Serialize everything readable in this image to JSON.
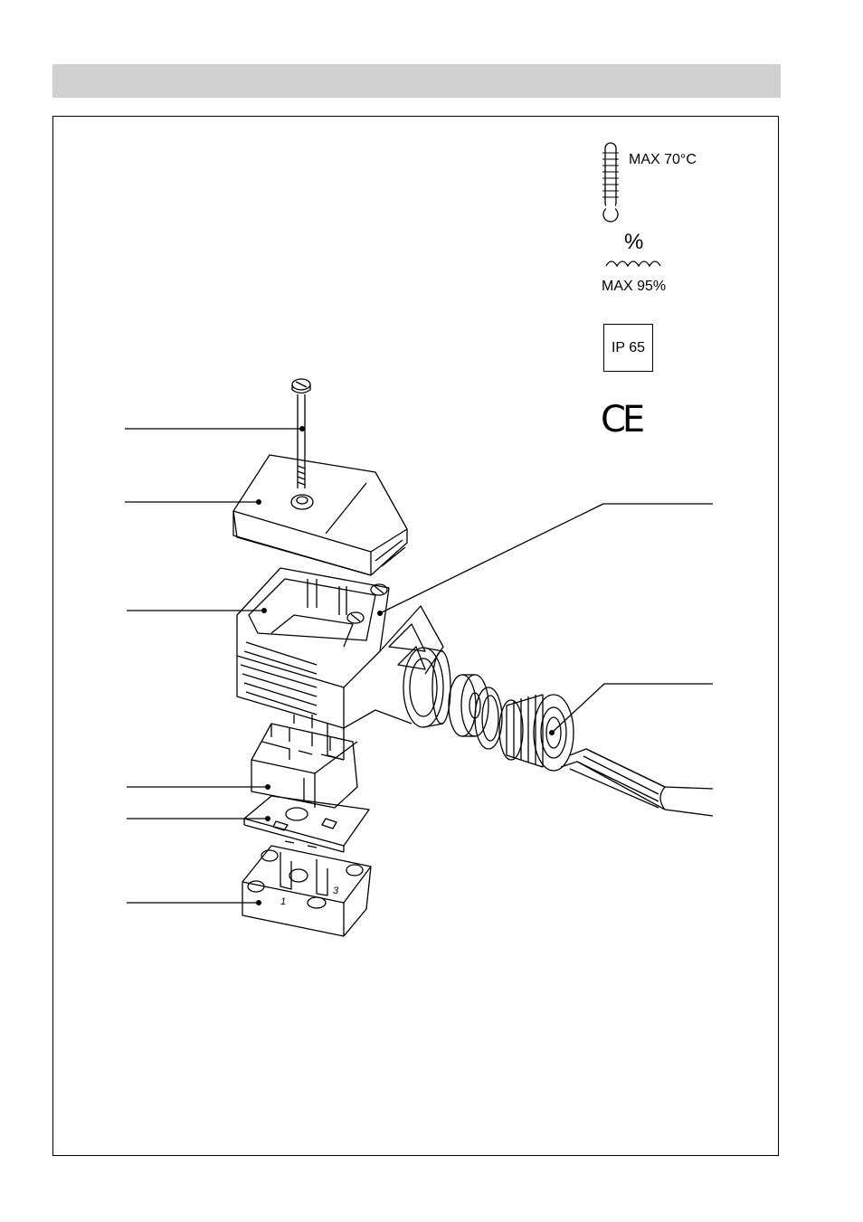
{
  "specs": {
    "temperature_label": "MAX 70°C",
    "humidity_symbol": "%",
    "humidity_label": "MAX 95%",
    "ip_rating": "IP 65",
    "ce_mark": "CE"
  },
  "icons": {
    "temperature": "thermometer-icon",
    "humidity": "humidity-waves-icon"
  }
}
